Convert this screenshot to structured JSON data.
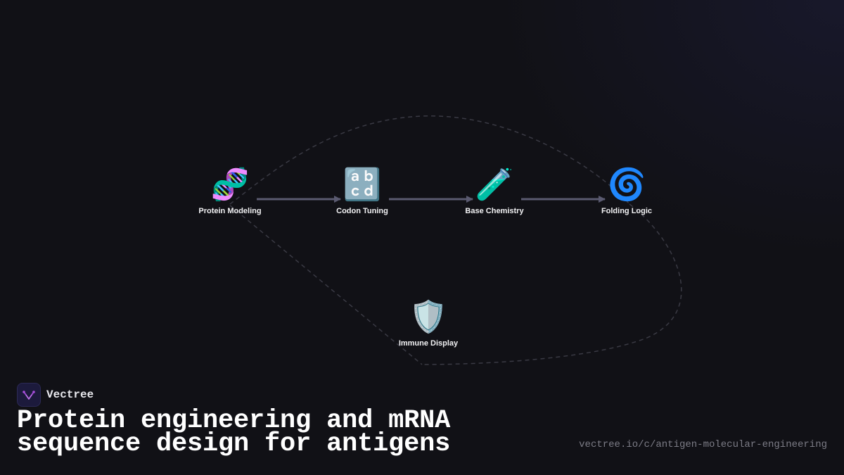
{
  "brand": {
    "name": "Vectree"
  },
  "headline": "Protein engineering and mRNA sequence design for antigens",
  "url": "vectree.io/c/antigen-molecular-engineering",
  "colors": {
    "background": "#111116",
    "arrow": "#5a5a70",
    "loop": "#3a3a44",
    "brand_accent": "#a64ddb"
  },
  "nodes": [
    {
      "id": "protein-modeling",
      "label": "Protein Modeling",
      "icon": "dna-icon",
      "glyph": "🧬"
    },
    {
      "id": "codon-tuning",
      "label": "Codon Tuning",
      "icon": "abcd-icon",
      "glyph": "🔡"
    },
    {
      "id": "base-chemistry",
      "label": "Base Chemistry",
      "icon": "test-tube-icon",
      "glyph": "🧪"
    },
    {
      "id": "folding-logic",
      "label": "Folding Logic",
      "icon": "cyclone-icon",
      "glyph": "🌀"
    },
    {
      "id": "immune-display",
      "label": "Immune Display",
      "icon": "shield-icon",
      "glyph": "🛡️"
    }
  ],
  "edges": [
    {
      "from": "protein-modeling",
      "to": "codon-tuning",
      "style": "solid-arrow"
    },
    {
      "from": "codon-tuning",
      "to": "base-chemistry",
      "style": "solid-arrow"
    },
    {
      "from": "base-chemistry",
      "to": "folding-logic",
      "style": "solid-arrow"
    },
    {
      "from": "protein-modeling",
      "to": "immune-display",
      "style": "dashed"
    },
    {
      "from": "immune-display",
      "to": "folding-logic",
      "style": "dashed"
    },
    {
      "from": "protein-modeling",
      "to": "folding-logic",
      "style": "dashed"
    }
  ]
}
